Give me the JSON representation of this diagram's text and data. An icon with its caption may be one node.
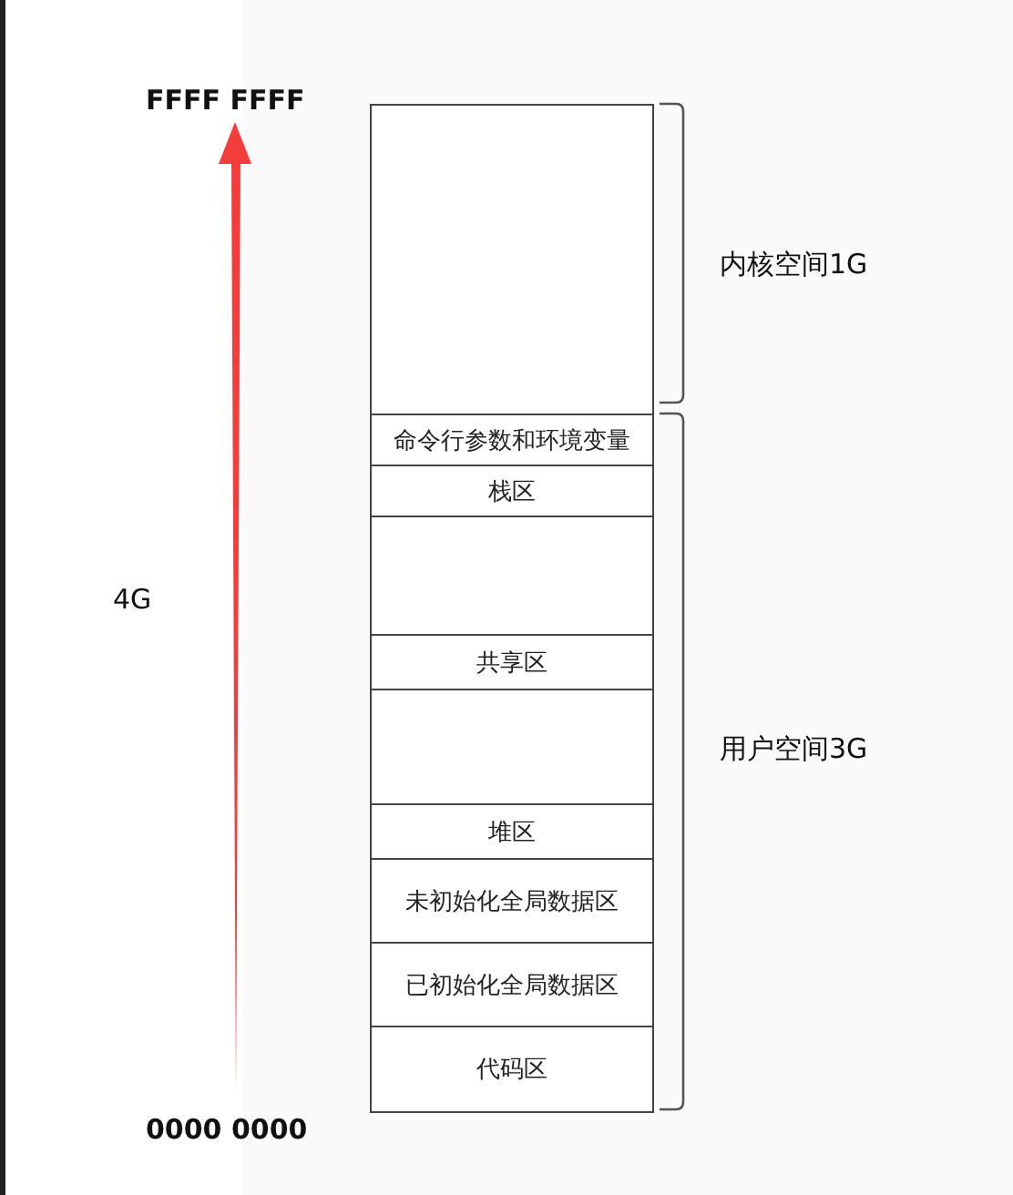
{
  "diagram": {
    "nodes": [
      {
        "text": [],
        "shape": "box"
      },
      {
        "text": [
          "命令行参数和环境变量"
        ]
      },
      {
        "text": [
          "栈区"
        ]
      },
      {
        "text": [],
        "shape": "box"
      },
      {
        "text": [
          "共享区"
        ]
      },
      {
        "text": [],
        "shape": "box"
      },
      {
        "text": [
          "堆区"
        ]
      },
      {
        "text": [
          "未初始化全局数据区"
        ]
      },
      {
        "text": [
          "已初始化全局数据区"
        ]
      },
      {
        "text": [
          "代码区"
        ]
      }
    ],
    "edges": [],
    "labels": [
      "FFFF FFFF",
      "内核空间1G",
      "4G",
      "用户空间3G",
      "0000 0000"
    ]
  }
}
